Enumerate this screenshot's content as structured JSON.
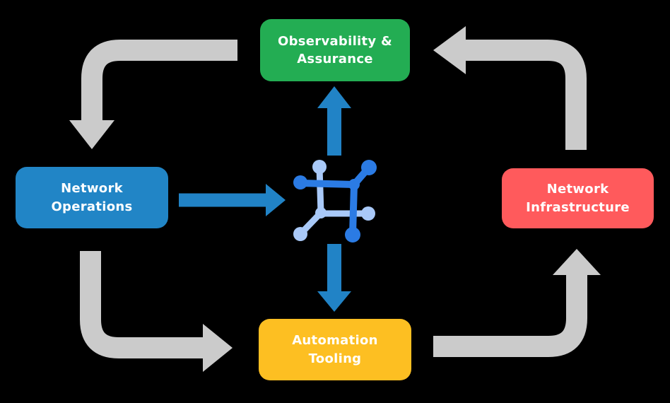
{
  "diagram": {
    "type": "cycle-flow-diagram",
    "center_icon": "network-mesh-icon",
    "edges": [
      {
        "from": "observability-assurance",
        "to": "network-operations",
        "style": "gray-cycle"
      },
      {
        "from": "network-operations",
        "to": "automation-tooling",
        "style": "gray-cycle"
      },
      {
        "from": "automation-tooling",
        "to": "network-infrastructure",
        "style": "gray-cycle"
      },
      {
        "from": "network-infrastructure",
        "to": "observability-assurance",
        "style": "gray-cycle"
      },
      {
        "from": "network-operations",
        "to": "center-icon",
        "style": "blue-flow"
      },
      {
        "from": "center-icon",
        "to": "observability-assurance",
        "style": "blue-flow"
      },
      {
        "from": "center-icon",
        "to": "automation-tooling",
        "style": "blue-flow"
      }
    ]
  },
  "nodes": {
    "top": {
      "label": "Observability &\nAssurance"
    },
    "left": {
      "label": "Network\nOperations"
    },
    "right": {
      "label": "Network\nInfrastructure"
    },
    "bottom": {
      "label": "Automation\nTooling"
    }
  },
  "colors": {
    "background": "#000000",
    "node_top": "#23ad53",
    "node_left": "#2185c6",
    "node_right": "#ff5a5c",
    "node_bottom": "#fdbf22",
    "arrow_gray": "#cbcbcb",
    "arrow_blue": "#2183c6",
    "icon_dark_blue": "#2b7be4",
    "icon_light_blue": "#a9c9f8",
    "text": "#ffffff"
  }
}
